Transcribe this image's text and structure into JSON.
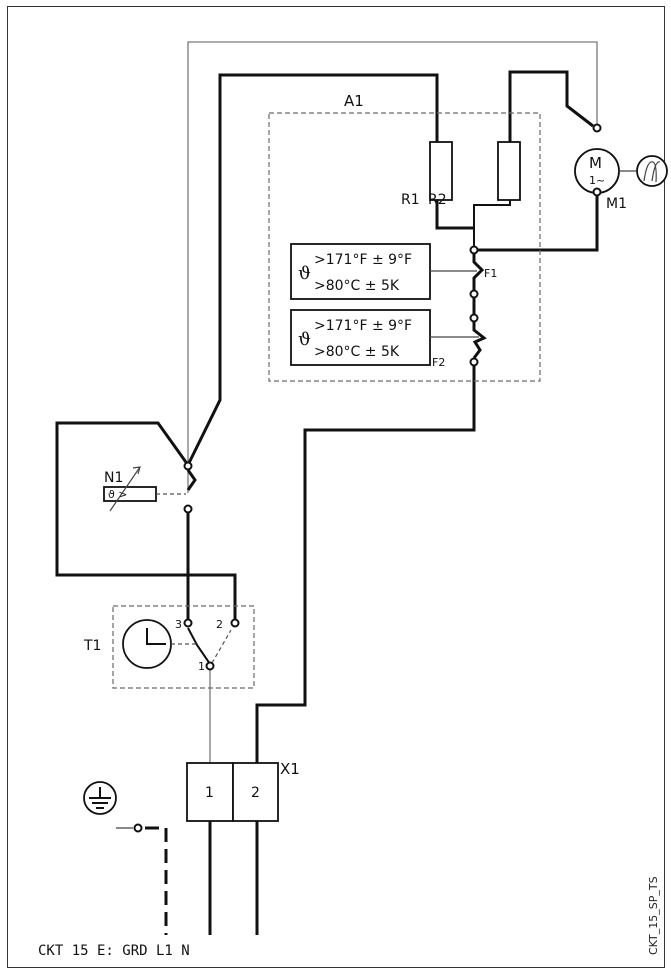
{
  "labels": {
    "a1": "A1",
    "r1": "R1",
    "r2": "R2",
    "m1": "M1",
    "motor_symbol": "M",
    "motor_phase": "1~",
    "f1": "F1",
    "f2": "F2",
    "n1": "N1",
    "n1_theta": "ϑ >",
    "t1": "T1",
    "t1_term_1": "1",
    "t1_term_2": "2",
    "t1_term_3": "3",
    "x1": "X1",
    "x1_term_1": "1",
    "x1_term_2": "2"
  },
  "thermostats": [
    {
      "theta": "ϑ",
      "line1": ">171°F  ± 9°F",
      "line2": ">80°C ± 5K"
    },
    {
      "theta": "ϑ",
      "line1": ">171°F  ± 9°F",
      "line2": ">80°C ± 5K"
    }
  ],
  "footer": "CKT 15 E: GRD L1 N",
  "side_code": "CKT_15_SP_TS"
}
